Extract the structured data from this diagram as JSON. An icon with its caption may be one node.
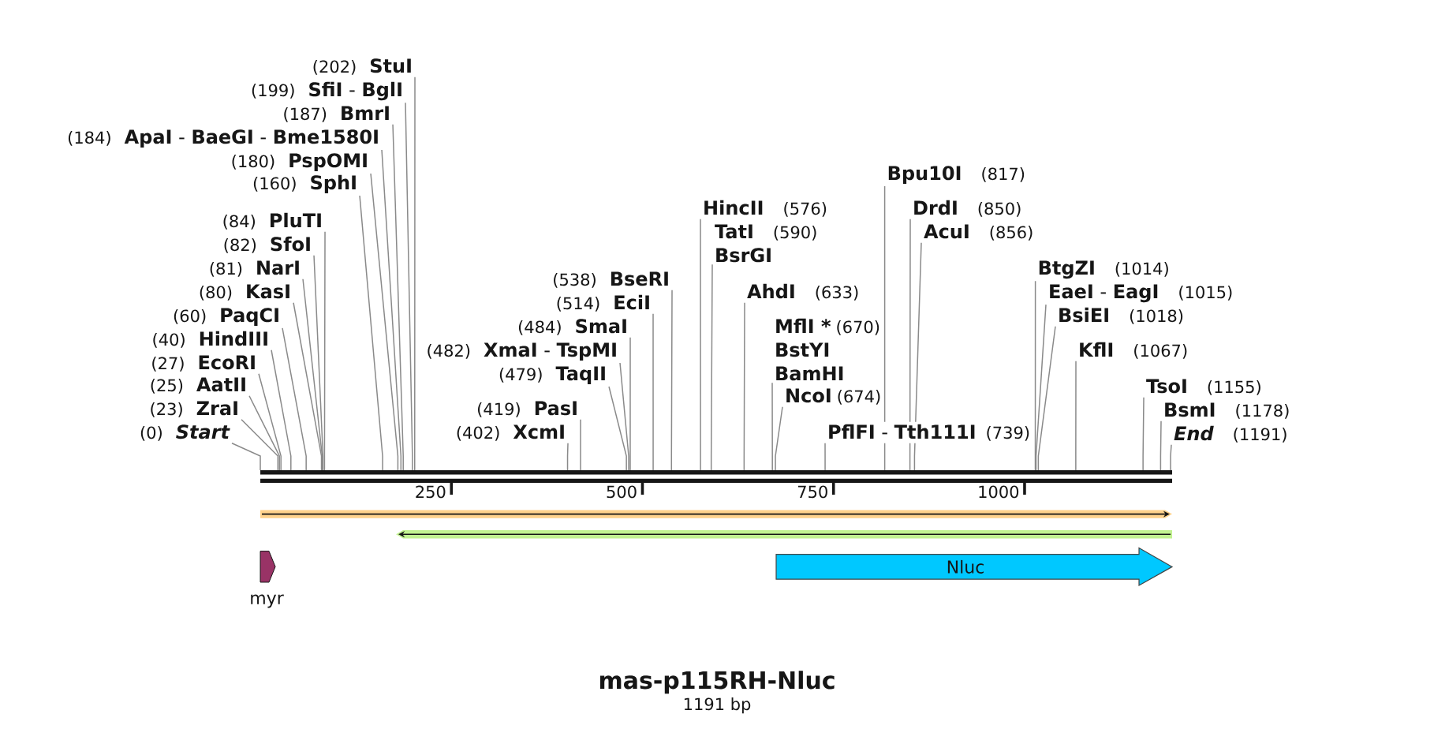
{
  "diagram": {
    "title": "mas-p115RH-Nluc",
    "caption": "1191 bp",
    "nodes": [
      {
        "text": [
          "(0)",
          "Start"
        ]
      },
      {
        "text": [
          "(23)",
          "ZraI"
        ]
      },
      {
        "text": [
          "(25)",
          "AatII"
        ]
      },
      {
        "text": [
          "(27)",
          "EcoRI"
        ]
      },
      {
        "text": [
          "(40)",
          "HindIII"
        ]
      },
      {
        "text": [
          "(60)",
          "PaqCI"
        ]
      },
      {
        "text": [
          "(80)",
          "KasI"
        ]
      },
      {
        "text": [
          "(81)",
          "NarI"
        ]
      },
      {
        "text": [
          "(82)",
          "SfoI"
        ]
      },
      {
        "text": [
          "(84)",
          "PluTI"
        ]
      },
      {
        "text": [
          "(160)",
          "SphI"
        ]
      },
      {
        "text": [
          "(180)",
          "PspOMI"
        ]
      },
      {
        "text": [
          "(184)",
          "**ApaI** - **BaeGI** - **Bme1580I**"
        ]
      },
      {
        "text": [
          "(187)",
          "BmrI"
        ]
      },
      {
        "text": [
          "(199)",
          "**SfiI** - **BglI**"
        ]
      },
      {
        "text": [
          "(202)",
          "StuI"
        ]
      },
      {
        "text": [
          "(402)",
          "XcmI"
        ]
      },
      {
        "text": [
          "(419)",
          "PasI"
        ]
      },
      {
        "text": [
          "(479)",
          "TaqII"
        ]
      },
      {
        "text": [
          "(482)",
          "**XmaI** - **TspMI**"
        ]
      },
      {
        "text": [
          "(484)",
          "SmaI"
        ]
      },
      {
        "text": [
          "(514)",
          "EciI"
        ]
      },
      {
        "text": [
          "(538)",
          "BseRI"
        ]
      },
      {
        "text": [
          "HincII",
          "(576)"
        ]
      },
      {
        "text": [
          "TatI",
          "(590)",
          "BsrGI"
        ]
      },
      {
        "text": [
          "AhdI",
          "(633)"
        ]
      },
      {
        "text": [
          "MflI *",
          "(670)",
          "BstYI",
          "BamHI"
        ]
      },
      {
        "text": [
          "NcoI",
          "(674)"
        ]
      },
      {
        "text": [
          "**PflFI** - **Tth111I**",
          "(739)"
        ]
      },
      {
        "text": [
          "Bpu10I",
          "(817)"
        ]
      },
      {
        "text": [
          "DrdI",
          "(850)"
        ]
      },
      {
        "text": [
          "AcuI",
          "(856)"
        ]
      },
      {
        "text": [
          "BtgZI",
          "(1014)"
        ]
      },
      {
        "text": [
          "**EaeI** - **EagI**",
          "(1015)"
        ]
      },
      {
        "text": [
          "BsiEI",
          "(1018)"
        ]
      },
      {
        "text": [
          "KflI",
          "(1067)"
        ]
      },
      {
        "text": [
          "TsoI",
          "(1155)"
        ]
      },
      {
        "text": [
          "BsmI",
          "(1178)"
        ]
      },
      {
        "text": [
          "End",
          "(1191)"
        ]
      },
      {
        "text": [],
        "shape": "bar"
      },
      {
        "text": [],
        "shape": "bar"
      },
      {
        "text": [],
        "shape": "bar"
      },
      {
        "text": [
          "myr"
        ]
      },
      {
        "text": [
          "Nluc"
        ]
      }
    ],
    "edges": [
      {
        "from": 0,
        "to": 39,
        "arrow": "none"
      },
      {
        "from": 1,
        "to": 39,
        "arrow": "none"
      },
      {
        "from": 2,
        "to": 39,
        "arrow": "none"
      },
      {
        "from": 3,
        "to": 39,
        "arrow": "none"
      },
      {
        "from": 4,
        "to": 39,
        "arrow": "none"
      },
      {
        "from": 5,
        "to": 39,
        "arrow": "none"
      },
      {
        "from": 6,
        "to": 39,
        "arrow": "none"
      },
      {
        "from": 7,
        "to": 39,
        "arrow": "none"
      },
      {
        "from": 8,
        "to": 39,
        "arrow": "none"
      },
      {
        "from": 9,
        "to": 39,
        "arrow": "none"
      },
      {
        "from": 10,
        "to": 39,
        "arrow": "none"
      },
      {
        "from": 11,
        "to": 39,
        "arrow": "none"
      },
      {
        "from": 12,
        "to": 39,
        "arrow": "none"
      },
      {
        "from": 13,
        "to": 39,
        "arrow": "none"
      },
      {
        "from": 14,
        "to": 39,
        "arrow": "none"
      },
      {
        "from": 15,
        "to": 39,
        "arrow": "none"
      },
      {
        "from": 16,
        "to": 39,
        "arrow": "none"
      },
      {
        "from": 17,
        "to": 39,
        "arrow": "none"
      },
      {
        "from": 18,
        "to": 39,
        "arrow": "none"
      },
      {
        "from": 19,
        "to": 39,
        "arrow": "none"
      },
      {
        "from": 20,
        "to": 39,
        "arrow": "none"
      },
      {
        "from": 21,
        "to": 39,
        "arrow": "none"
      },
      {
        "from": 22,
        "to": 39,
        "arrow": "none"
      },
      {
        "from": 23,
        "to": 39,
        "arrow": "none"
      },
      {
        "from": 24,
        "to": 39,
        "arrow": "none"
      },
      {
        "from": 25,
        "to": 39,
        "arrow": "none"
      },
      {
        "from": 26,
        "to": 39,
        "arrow": "none"
      },
      {
        "from": 27,
        "to": 39,
        "arrow": "none"
      },
      {
        "from": 28,
        "to": 39,
        "arrow": "none"
      },
      {
        "from": 29,
        "to": 39,
        "arrow": "none"
      },
      {
        "from": 30,
        "to": 39,
        "arrow": "none"
      },
      {
        "from": 31,
        "to": 39,
        "arrow": "none"
      },
      {
        "from": 32,
        "to": 39,
        "arrow": "none"
      },
      {
        "from": 33,
        "to": 39,
        "arrow": "none"
      },
      {
        "from": 34,
        "to": 39,
        "arrow": "none"
      },
      {
        "from": 35,
        "to": 39,
        "arrow": "none"
      },
      {
        "from": 36,
        "to": 39,
        "arrow": "none"
      },
      {
        "from": 37,
        "to": 39,
        "arrow": "none"
      },
      {
        "from": 38,
        "to": 39,
        "arrow": "none"
      }
    ],
    "labels": [
      "250",
      "500",
      "750",
      "1000"
    ]
  }
}
